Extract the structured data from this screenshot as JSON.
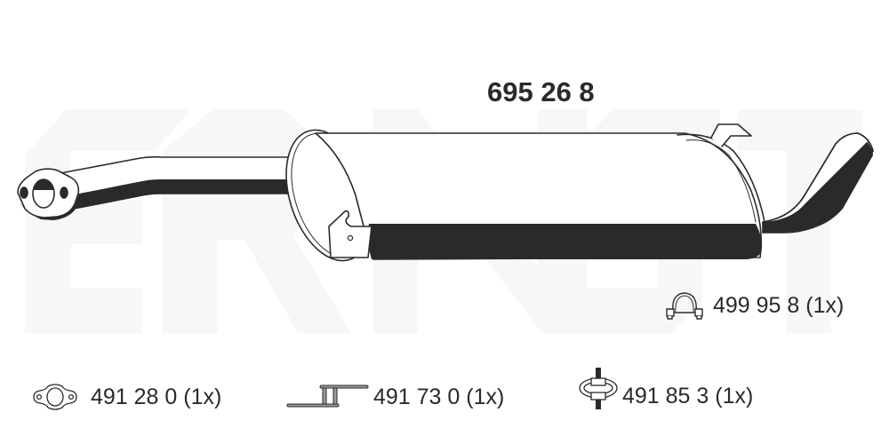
{
  "product": {
    "part_number": "695 26 8",
    "type": "rear silencer / muffler",
    "brand_watermark": "ERNST"
  },
  "accessories": [
    {
      "icon": "clamp-icon",
      "label": "499 95 8 (1x)"
    },
    {
      "icon": "gasket-icon",
      "label": "491 28 0 (1x)"
    },
    {
      "icon": "mounting-bracket-icon",
      "label": "491 73 0 (1x)"
    },
    {
      "icon": "rubber-hanger-icon",
      "label": "491 85 3 (1x)"
    }
  ],
  "colors": {
    "ink": "#2b2a29",
    "watermark": "#f7f7f7",
    "background": "#ffffff"
  }
}
